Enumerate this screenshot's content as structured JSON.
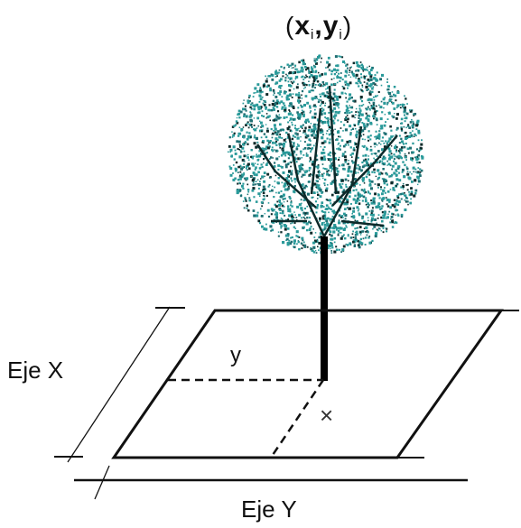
{
  "labels": {
    "point_prefix": "(",
    "point_x": "x",
    "point_x_sub": "i",
    "point_sep": ",",
    "point_y": "y",
    "point_y_sub": "i",
    "point_suffix": ")",
    "axis_x": "Eje X",
    "axis_y": "Eje Y",
    "dist_y": "y",
    "dist_x": "×"
  },
  "colors": {
    "line": "#111111",
    "foliage_teal": "#2a9a9a",
    "foliage_dark": "#0d2a2a",
    "foliage_mid": "#1f6f73"
  }
}
